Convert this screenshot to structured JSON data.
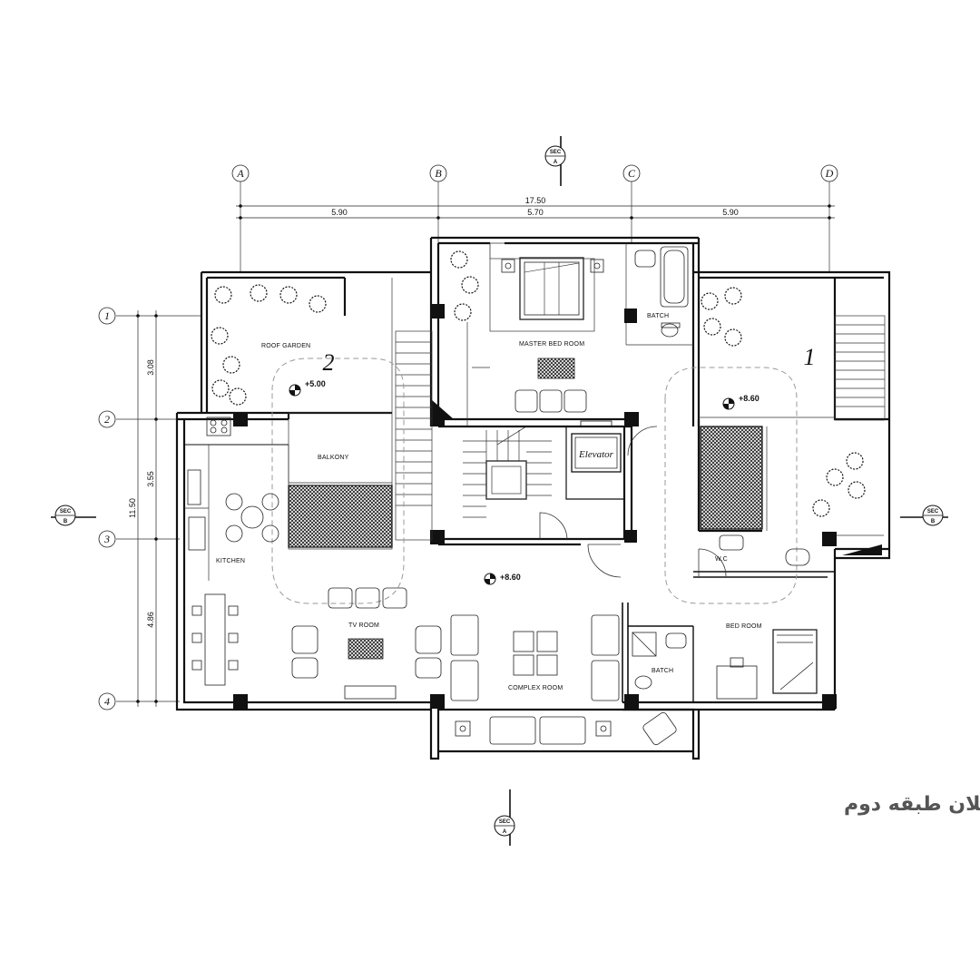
{
  "plan": {
    "title": "پلان طبقه دوم",
    "axes_columns": [
      "A",
      "B",
      "C",
      "D"
    ],
    "axes_rows": [
      "1",
      "2",
      "3",
      "4"
    ],
    "dim_total_horizontal": "17.50",
    "dim_spans_horizontal": [
      "5.90",
      "5.70",
      "5.90"
    ],
    "dim_total_vertical": "11.50",
    "dim_spans_vertical": [
      "3.08",
      "3.55",
      "4.86"
    ],
    "section_letters": {
      "a": "A",
      "b": "B",
      "sec": "SEC"
    },
    "rooms": {
      "roof_garden": "ROOF GARDEN",
      "master_bed_room": "MASTER BED ROOM",
      "batch_top": "BATCH",
      "balkony": "BALKONY",
      "kitchen": "KITCHEN",
      "tv_room": "TV ROOM",
      "complex_room": "COMPLEX ROOM",
      "wc": "W.C",
      "bed_room": "BED ROOM",
      "batch_bottom": "BATCH",
      "elevator": "Elevator"
    },
    "levels": [
      "+5.00",
      "+8.60",
      "+8.60"
    ],
    "zone_numbers": [
      "2",
      "1"
    ]
  }
}
